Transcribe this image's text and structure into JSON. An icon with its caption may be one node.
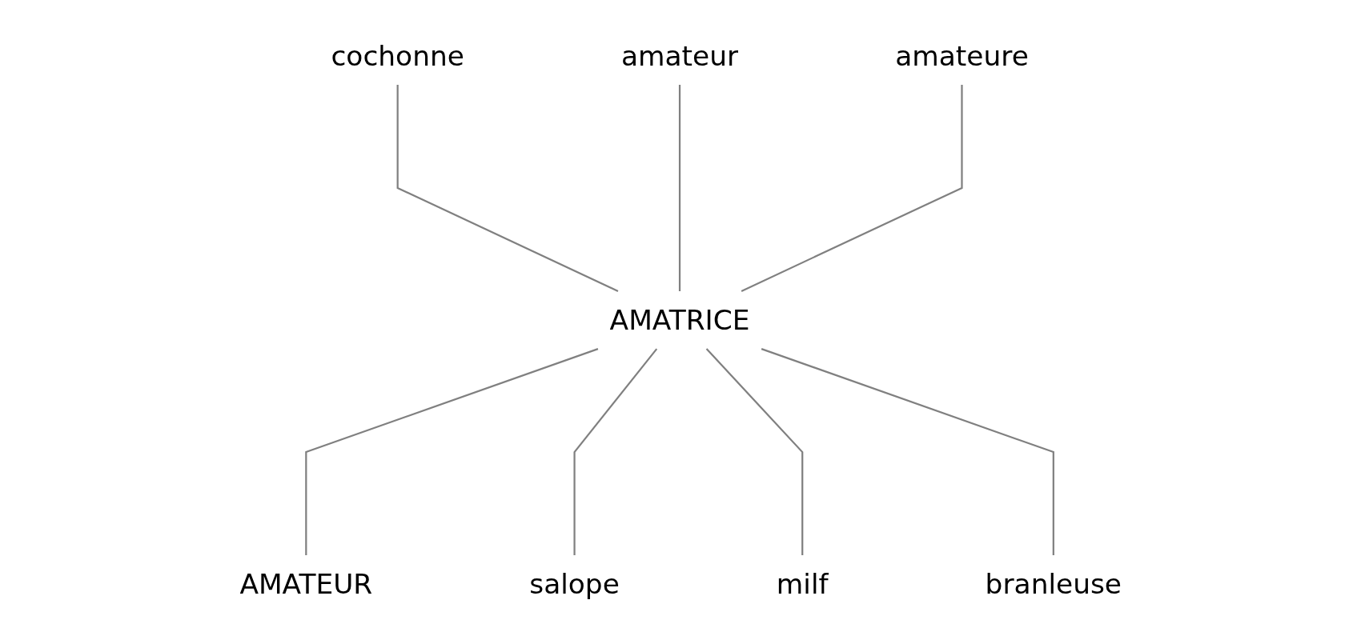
{
  "diagram": {
    "nodes": [
      {
        "text": [
          "amateur"
        ]
      },
      {
        "text": [
          "cochonne"
        ]
      },
      {
        "text": [
          "amateure"
        ]
      },
      {
        "text": [
          "AMATRICE"
        ]
      },
      {
        "text": [
          "AMATEUR"
        ]
      },
      {
        "text": [
          "branleuse"
        ]
      },
      {
        "text": [
          "salope"
        ]
      },
      {
        "text": [
          "milf"
        ]
      }
    ],
    "edges": [
      {
        "from": 1,
        "to": 3,
        "arrow": "none"
      },
      {
        "from": 0,
        "to": 3,
        "arrow": "none"
      },
      {
        "from": 2,
        "to": 3,
        "arrow": "none"
      },
      {
        "from": 3,
        "to": 4,
        "arrow": "none"
      },
      {
        "from": 3,
        "to": 6,
        "arrow": "none"
      },
      {
        "from": 3,
        "to": 7,
        "arrow": "none"
      },
      {
        "from": 3,
        "to": 5,
        "arrow": "none"
      }
    ]
  }
}
